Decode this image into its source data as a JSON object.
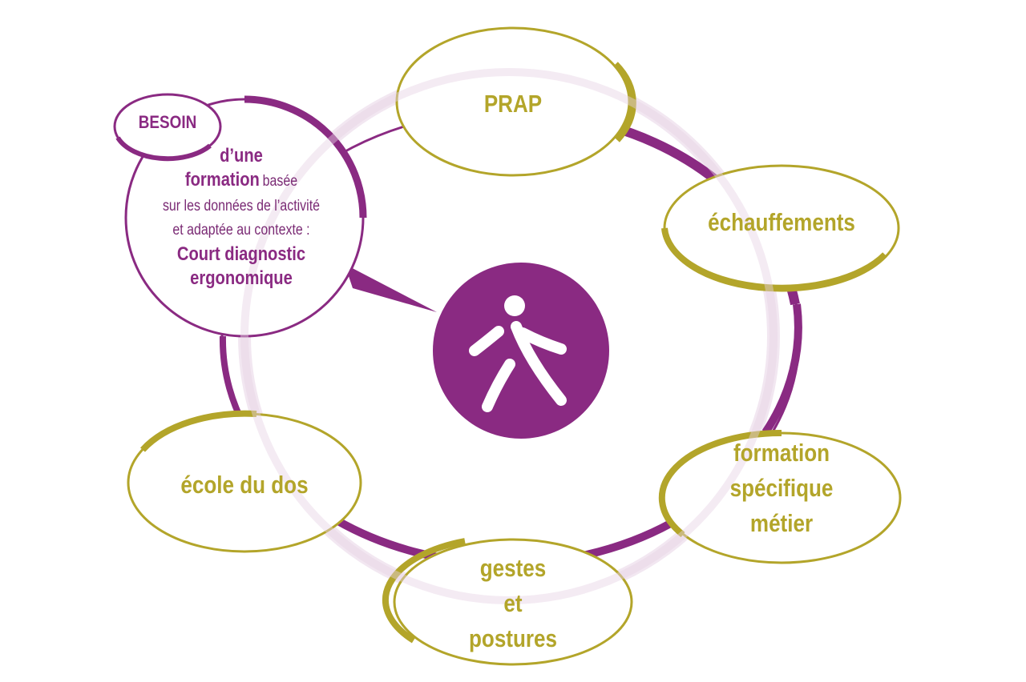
{
  "colors": {
    "purple": "#8a2a82",
    "olive": "#b3a52a",
    "light_purple": "#efe1ee"
  },
  "center_icon": "walking-person-icon",
  "besoin": {
    "badge": "BESOIN",
    "line1": "d’une",
    "line2_bold": "formation",
    "line2_rest": "basée",
    "line3": "sur les données de l’activité",
    "line4": "et adaptée au contexte :",
    "line5": "Court diagnostic",
    "line6": "ergonomique"
  },
  "nodes": {
    "prap": {
      "label": "PRAP"
    },
    "echauffements": {
      "label": "échauffements"
    },
    "formation": {
      "line1": "formation",
      "line2": "spécifique",
      "line3": "métier"
    },
    "gestes": {
      "line1": "gestes",
      "line2": "et",
      "line3": "postures"
    },
    "ecole": {
      "label": "école du dos"
    }
  }
}
